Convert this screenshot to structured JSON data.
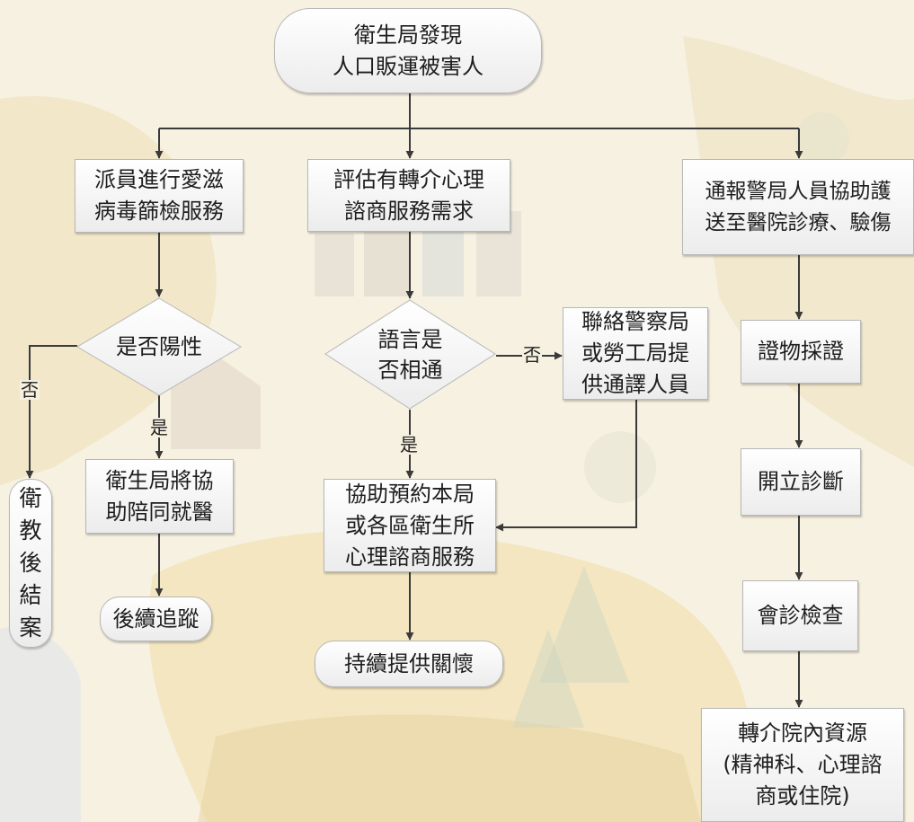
{
  "flowchart": {
    "start": "衛生局發現\n人口販運被害人",
    "left": {
      "hiv_screening": "派員進行愛滋\n病毒篩檢服務",
      "positive_check": "是否陽性",
      "accompany": "衛生局將協\n助陪同就醫",
      "follow_up": "後續追蹤",
      "close_case": "衛\n教\n後\n結\n案"
    },
    "middle": {
      "assess": "評估有轉介心理\n諮商服務需求",
      "language_check": "語言是\n否相通",
      "interpreter": "聯絡警察局\n或勞工局提\n供通譯人員",
      "book_counseling": "協助預約本局\n或各區衛生所\n心理諮商服務",
      "continue_care": "持續提供關懷"
    },
    "right": {
      "notify_police": "通報警局人員協助護\n送至醫院診療、驗傷",
      "evidence": "證物採證",
      "diagnosis": "開立診斷",
      "consult_exam": "會診檢查",
      "referral": "轉介院內資源\n(精神科、心理諮\n商或住院)"
    },
    "edge_labels": {
      "no_left": "否",
      "yes_left": "是",
      "no_mid": "否",
      "yes_mid": "是"
    }
  }
}
